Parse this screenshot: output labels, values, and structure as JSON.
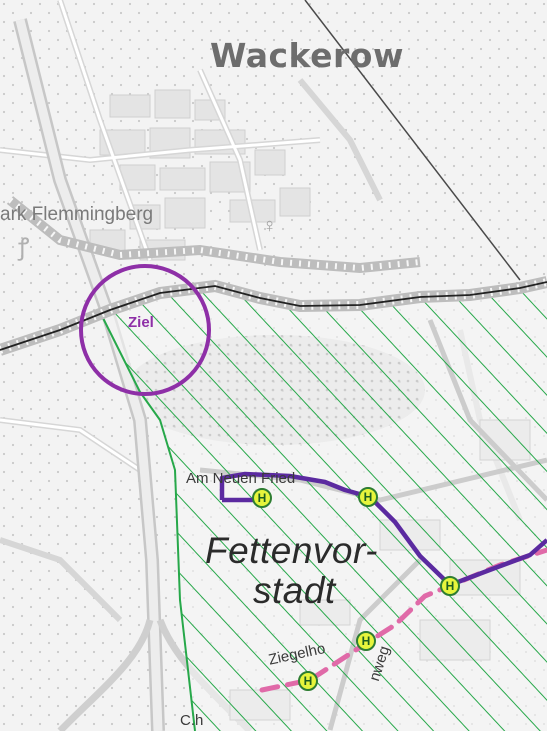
{
  "map": {
    "places": {
      "town": "Wackerow",
      "park": "ark Flemmingberg",
      "district_line1": "Fettenvor-",
      "district_line2": "stadt"
    },
    "streets": {
      "am_neuen_friedhof": "Am Neuen Fried",
      "ziegelhof": "Ziegelho",
      "weg_partial": "nweg",
      "bottom_partial": "C.h"
    },
    "destination": {
      "label": "Ziel",
      "color": "#8e2fa7"
    },
    "stops": [
      {
        "symbol": "H"
      },
      {
        "symbol": "H"
      },
      {
        "symbol": "H"
      },
      {
        "symbol": "H"
      },
      {
        "symbol": "H"
      }
    ],
    "colors": {
      "hatch_area": "#27a84a",
      "route_solid": "#5b2aa0",
      "route_dashed": "#e06aa8",
      "stop_fill": "#e6f53c",
      "stop_border": "#2e7d32",
      "railway": "#9a9a9a",
      "boundary_line": "#2a2a2a"
    }
  }
}
